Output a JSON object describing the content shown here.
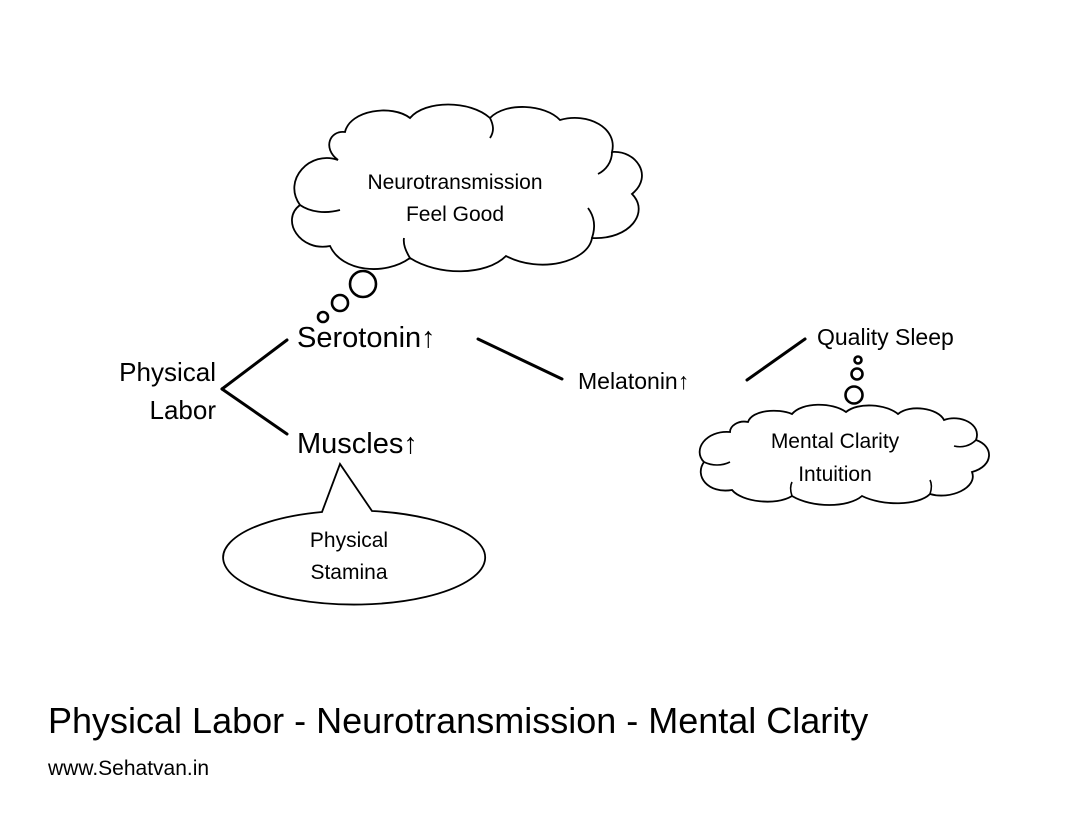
{
  "nodes": {
    "physical_labor": [
      "Physical",
      "Labor"
    ],
    "serotonin": "Serotonin↑",
    "muscles": "Muscles↑",
    "melatonin": "Melatonin↑",
    "quality_sleep": "Quality Sleep"
  },
  "callouts": {
    "neurotransmission": [
      "Neurotransmission",
      "Feel Good"
    ],
    "stamina": [
      "Physical",
      "Stamina"
    ],
    "clarity": [
      "Mental Clarity",
      "Intuition"
    ]
  },
  "footer": {
    "title": "Physical Labor - Neurotransmission - Mental Clarity",
    "url": "www.Sehatvan.in"
  }
}
